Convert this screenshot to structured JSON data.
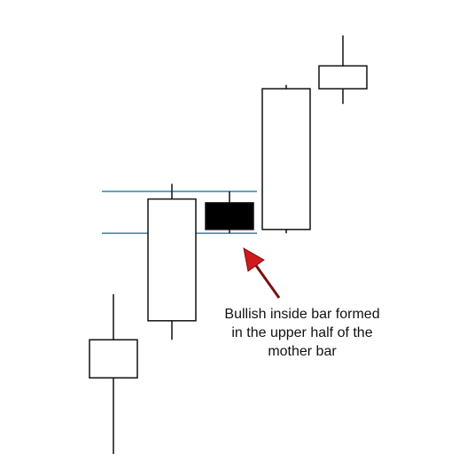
{
  "chart_data": {
    "type": "candlestick",
    "title": "",
    "xlabel": "",
    "ylabel": "",
    "grid": false,
    "ylim": [
      0,
      100
    ],
    "candles": [
      {
        "open": 20,
        "high": 42,
        "low": 0,
        "close": 30,
        "fill": "white"
      },
      {
        "open": 35,
        "high": 71,
        "low": 30,
        "close": 67,
        "fill": "white"
      },
      {
        "open": 66,
        "high": 69,
        "low": 58,
        "close": 59,
        "fill": "black"
      },
      {
        "open": 59,
        "high": 97,
        "low": 58,
        "close": 96,
        "fill": "white"
      },
      {
        "open": 96,
        "high": 110,
        "low": 92,
        "close": 102,
        "fill": "white"
      }
    ],
    "reference_lines": [
      {
        "value": 69,
        "color": "#3a7fa0"
      },
      {
        "value": 58,
        "color": "#3a7fa0"
      }
    ],
    "annotation": {
      "lines": [
        "Bullish inside bar formed",
        "in the upper half of the",
        "mother bar"
      ],
      "arrow_color": "#d0191b",
      "target_candle": 2
    }
  }
}
